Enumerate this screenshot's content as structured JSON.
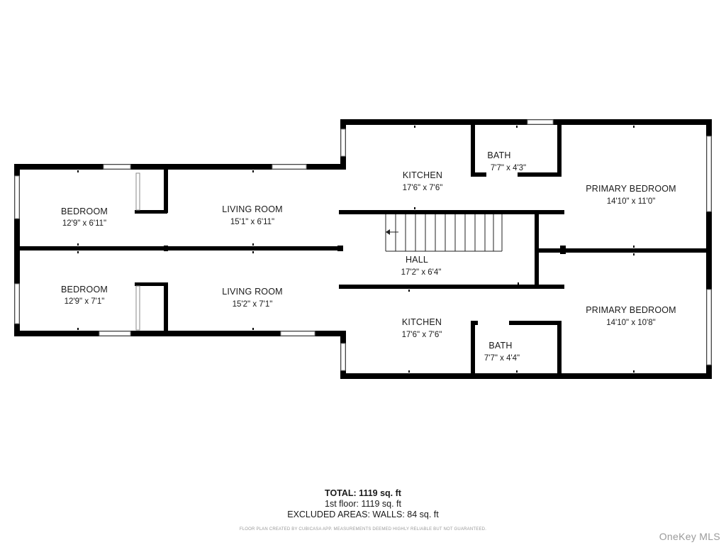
{
  "rooms": [
    {
      "name": "BEDROOM",
      "dims": "12'9\" x 6'11\""
    },
    {
      "name": "BEDROOM",
      "dims": "12'9\" x 7'1\""
    },
    {
      "name": "LIVING ROOM",
      "dims": "15'1\" x 6'11\""
    },
    {
      "name": "LIVING ROOM",
      "dims": "15'2\" x 7'1\""
    },
    {
      "name": "KITCHEN",
      "dims": "17'6\" x 7'6\""
    },
    {
      "name": "KITCHEN",
      "dims": "17'6\" x 7'6\""
    },
    {
      "name": "HALL",
      "dims": "17'2\" x 6'4\""
    },
    {
      "name": "BATH",
      "dims": "7'7\" x 4'3\""
    },
    {
      "name": "BATH",
      "dims": "7'7\" x 4'4\""
    },
    {
      "name": "PRIMARY BEDROOM",
      "dims": "14'10\" x 11'0\""
    },
    {
      "name": "PRIMARY BEDROOM",
      "dims": "14'10\" x 10'8\""
    }
  ],
  "summary": {
    "total": "TOTAL: 1119 sq. ft",
    "floor": "1st floor: 1119 sq. ft",
    "excluded": "EXCLUDED AREAS: WALLS: 84 sq. ft"
  },
  "disclaimer": "FLOOR PLAN CREATED BY CUBICASA APP. MEASUREMENTS DEEMED HIGHLY RELIABLE BUT NOT GUARANTEED.",
  "brand": "OneKey MLS"
}
